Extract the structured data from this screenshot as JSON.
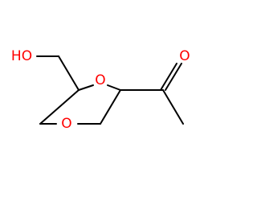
{
  "molecule": {
    "atoms": {
      "hydroxyl": "HO",
      "ring_oxygen_top": "O",
      "ring_oxygen_bottom": "O",
      "carbonyl_oxygen": "O"
    },
    "colors": {
      "bond": "#000000",
      "heteroatom": "#ff0000"
    }
  }
}
